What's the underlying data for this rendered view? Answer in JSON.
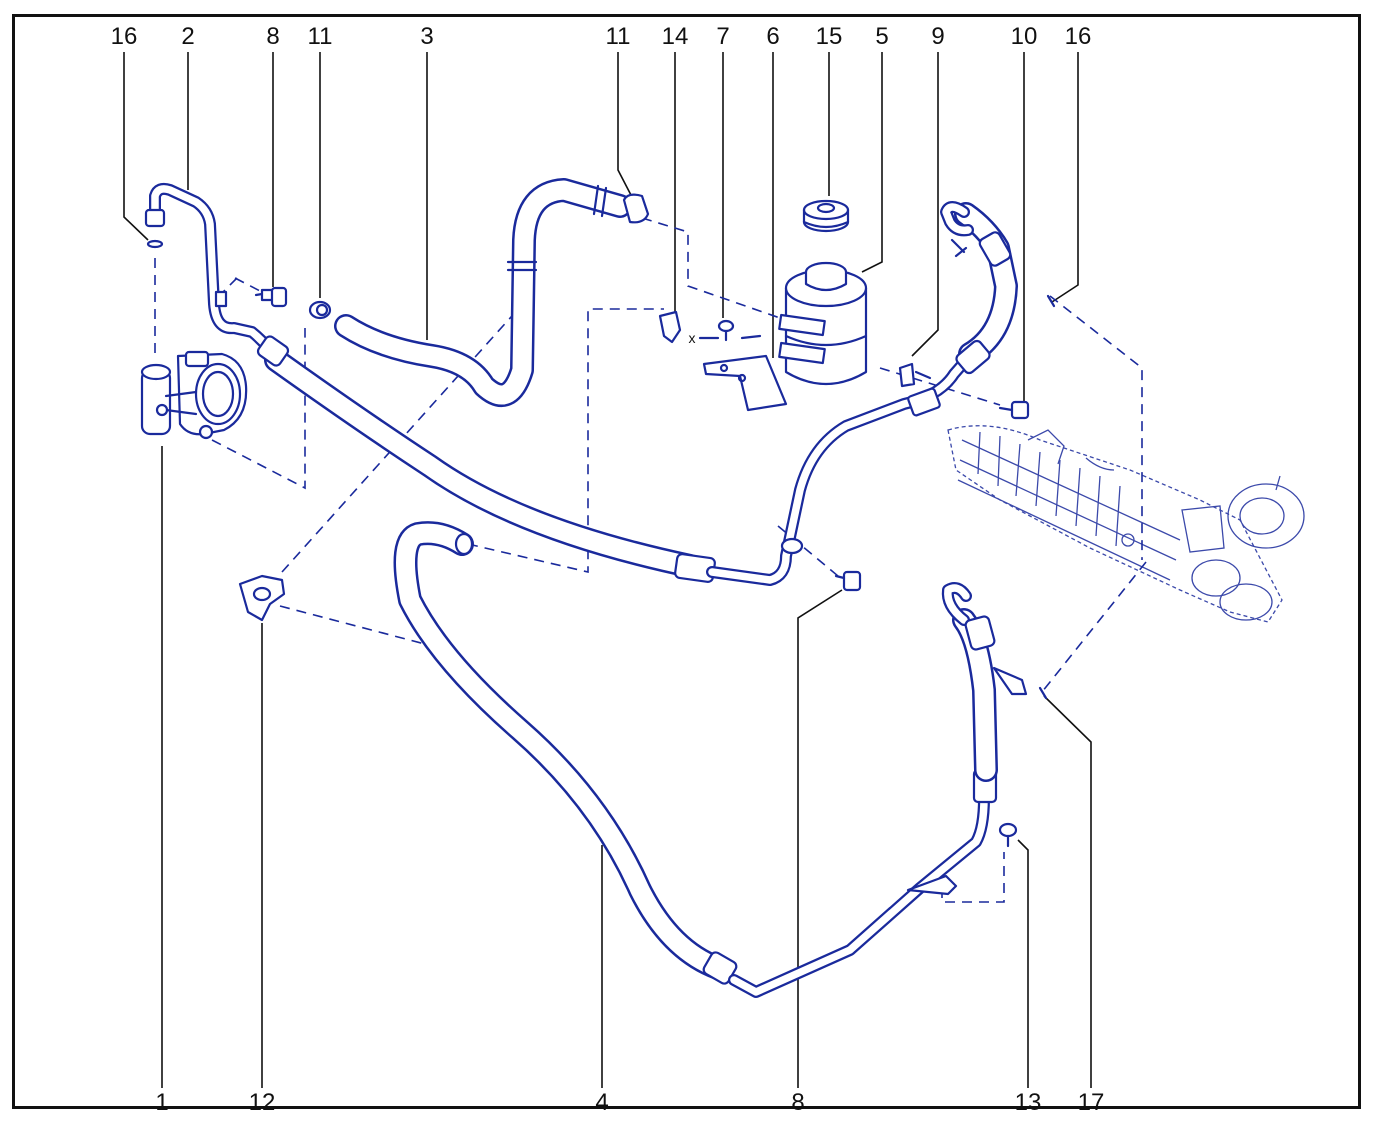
{
  "diagram": {
    "callouts_top": [
      "16",
      "2",
      "8",
      "11",
      "3",
      "11",
      "14",
      "7",
      "6",
      "15",
      "5",
      "9",
      "10",
      "16"
    ],
    "callouts_bottom": [
      "1",
      "12",
      "4",
      "8",
      "13",
      "17"
    ],
    "markers": {
      "x1": "x",
      "x2": "x"
    },
    "colors": {
      "line": "#1a2a9c",
      "text": "#111111",
      "frame": "#111111",
      "background": "#ffffff"
    }
  }
}
